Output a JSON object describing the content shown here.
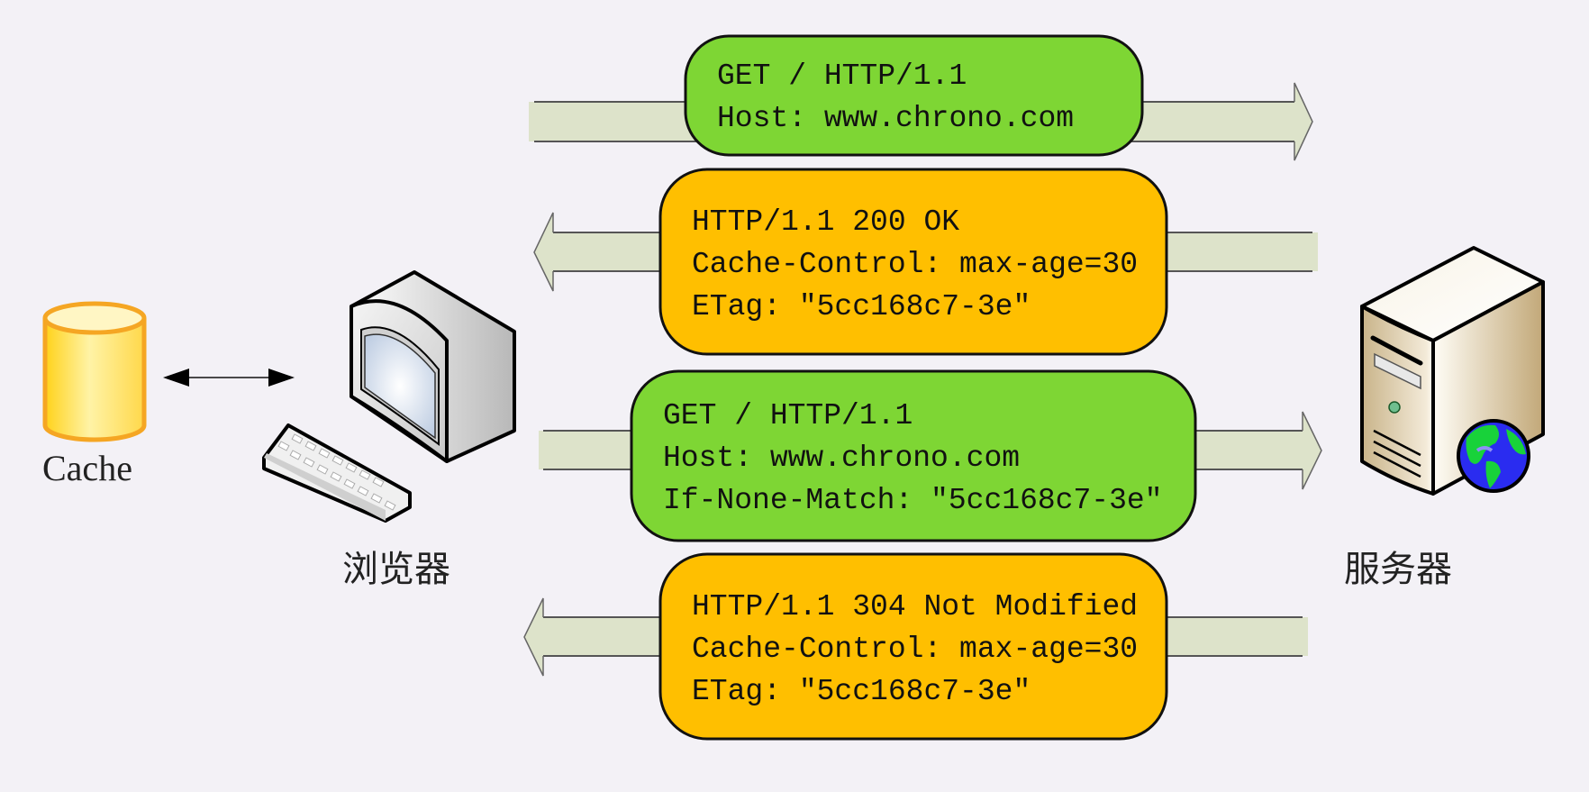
{
  "diagram": {
    "title": "HTTP conditional request with ETag",
    "nodes": {
      "cache": {
        "label": "Cache",
        "icon": "database-cylinder-icon"
      },
      "browser": {
        "label": "浏览器",
        "icon": "desktop-computer-icon"
      },
      "server": {
        "label": "服务器",
        "icon": "web-server-icon"
      }
    },
    "colors": {
      "request_box": "#7ed634",
      "response_box": "#ffbf00",
      "arrow_fill": "#dde3ca",
      "background": "#f3f1f6"
    },
    "messages": [
      {
        "type": "request",
        "direction": "browser-to-server",
        "lines": [
          "GET / HTTP/1.1",
          "Host: www.chrono.com"
        ]
      },
      {
        "type": "response",
        "direction": "server-to-browser",
        "lines": [
          "HTTP/1.1 200 OK",
          "Cache-Control: max-age=30",
          "ETag: \"5cc168c7-3e\""
        ]
      },
      {
        "type": "request",
        "direction": "browser-to-server",
        "lines": [
          "GET / HTTP/1.1",
          "Host: www.chrono.com",
          "If-None-Match: \"5cc168c7-3e\""
        ]
      },
      {
        "type": "response",
        "direction": "server-to-browser",
        "lines": [
          "HTTP/1.1 304 Not Modified",
          "Cache-Control: max-age=30",
          "ETag: \"5cc168c7-3e\""
        ]
      }
    ],
    "connectors": [
      {
        "from": "cache",
        "to": "browser",
        "style": "bidirectional"
      }
    ]
  }
}
